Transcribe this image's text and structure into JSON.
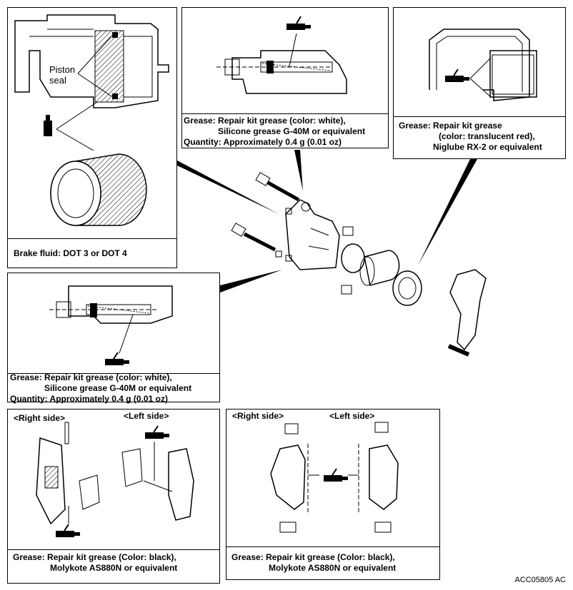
{
  "panels": {
    "piston": {
      "label_piston_seal": [
        "Piston",
        "seal"
      ],
      "caption": "Brake fluid: DOT 3 or DOT 4"
    },
    "top_center": {
      "caption_lines": [
        "Grease: Repair kit grease (color: white),",
        "Silicone grease G-40M or equivalent",
        "Quantity: Approximately 0.4 g (0.01 oz)"
      ]
    },
    "top_right": {
      "caption_lines": [
        "Grease: Repair kit grease",
        "(color: translucent red),",
        "Niglube RX-2 or equivalent"
      ]
    },
    "mid_left": {
      "caption_lines": [
        "Grease: Repair kit grease (color: white),",
        "Silicone grease G-40M or equivalent",
        "Quantity: Approximately 0.4 g (0.01 oz)"
      ]
    },
    "pads_left": {
      "right_side": "<Right side>",
      "left_side": "<Left side>",
      "caption_lines": [
        "Grease: Repair kit grease (Color: black),",
        "Molykote AS880N or equivalent"
      ]
    },
    "pads_right": {
      "right_side": "<Right side>",
      "left_side": "<Left side>",
      "caption_lines": [
        "Grease: Repair kit grease (Color: black),",
        "Molykote AS880N or equivalent"
      ]
    }
  },
  "reference_code": "ACC05805 AC"
}
